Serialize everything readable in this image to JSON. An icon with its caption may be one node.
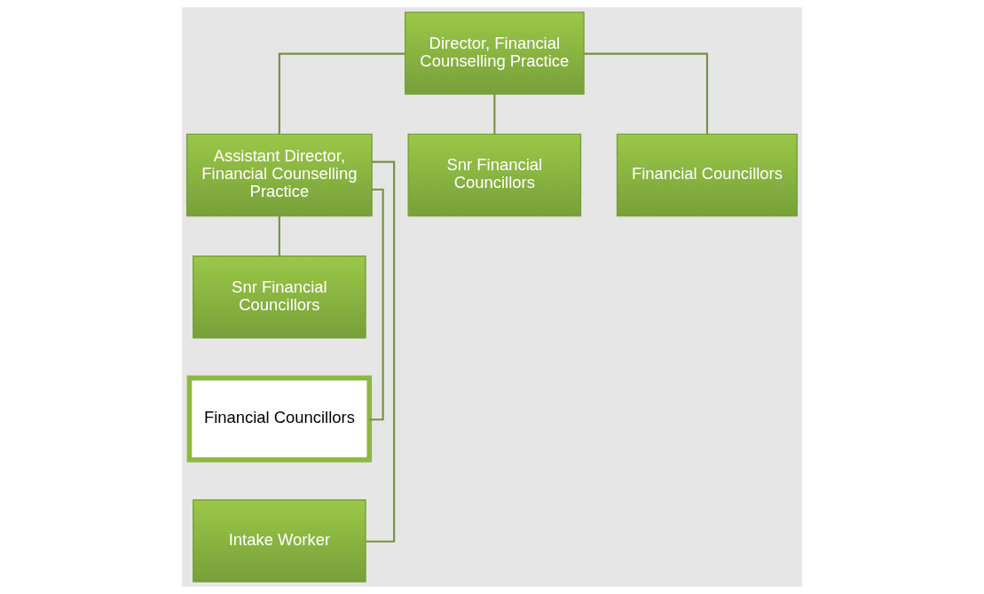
{
  "diagram": {
    "nodes": [
      {
        "text": [
          "Director, Financial Counselling Practice"
        ]
      },
      {
        "text": [
          "Assistant Director, Financial Counselling Practice"
        ]
      },
      {
        "text": [
          "Snr Financial Councillors"
        ]
      },
      {
        "text": [
          "Financial Councillors"
        ]
      },
      {
        "text": [
          "Intake Worker"
        ]
      },
      {
        "text": [
          "Snr Financial Councillors"
        ]
      },
      {
        "text": [
          "Financial Councillors"
        ]
      }
    ],
    "edges": [
      {
        "from": 0,
        "to": 1,
        "arrow": "none"
      },
      {
        "from": 1,
        "to": 2,
        "arrow": "none"
      },
      {
        "from": 1,
        "to": 3,
        "arrow": "none"
      },
      {
        "from": 1,
        "to": 4,
        "arrow": "none"
      },
      {
        "from": 0,
        "to": 5,
        "arrow": "none"
      },
      {
        "from": 0,
        "to": 6,
        "arrow": "none"
      }
    ]
  }
}
